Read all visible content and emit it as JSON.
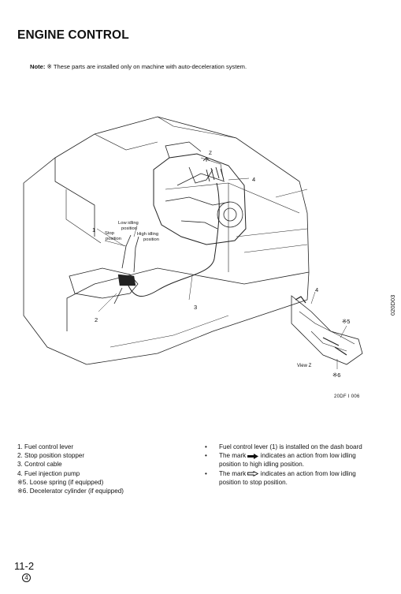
{
  "page": {
    "title": "ENGINE CONTROL",
    "note_label": "Note:",
    "note_text": "※ These parts are installed only on machine with auto-deceleration system.",
    "figure_code": "20DF I 006",
    "side_code": "020D03",
    "page_number": "11-2",
    "revision": "4"
  },
  "diagram_labels": {
    "low_idling": "Low idling",
    "low_idling_2": "position",
    "stop": "Stop",
    "stop_2": "position",
    "high_idling": "High idling",
    "high_idling_2": "position",
    "view_z": "View Z",
    "z": "Z",
    "c1": "1",
    "c2": "2",
    "c3": "3",
    "c4": "4",
    "c4b": "4",
    "c5": "※5",
    "c6": "※6"
  },
  "parts_list": [
    "1. Fuel control lever",
    "2. Stop position stopper",
    "3. Control cable",
    "4. Fuel injection pump",
    "※5. Loose spring (if equipped)",
    "※6. Decelerator cylinder (if equipped)"
  ],
  "notes": {
    "bullet": "•",
    "n1": "Fuel control lever (1) is installed on the dash board",
    "n2_a": "The mark",
    "n2_b": "indicates an action from low idling position to high idling position.",
    "n3_a": "The mark",
    "n3_b": "indicates an action from low idling position to stop position."
  }
}
